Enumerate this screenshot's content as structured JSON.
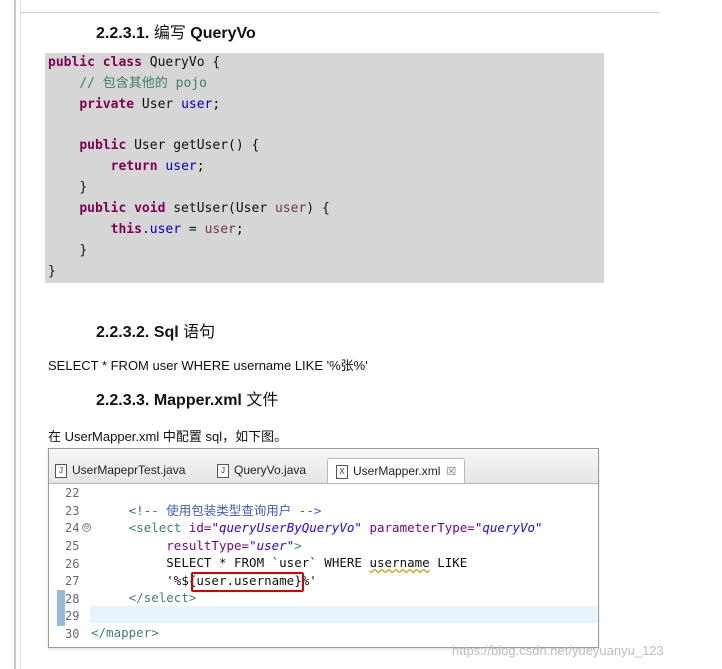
{
  "headings": {
    "h1": {
      "num": "2.2.3.1.",
      "cn": "编写",
      "en": "QueryVo"
    },
    "h2": {
      "num": "2.2.3.2.",
      "en": "Sql",
      "cn": "语句"
    },
    "h3": {
      "num": "2.2.3.3.",
      "en": "Mapper.xml",
      "cn": "文件"
    }
  },
  "java_code": {
    "l1": {
      "kw": "public class",
      "rest": " QueryVo {"
    },
    "l2": "// 包含其他的 pojo",
    "l3": {
      "kw": "private",
      "type": " User ",
      "field": "user",
      "end": ";"
    },
    "l5": {
      "kw": "public",
      "rest": " User getUser() {"
    },
    "l6": {
      "kw": "return",
      "field": "user",
      "end": ";"
    },
    "l7": "}",
    "l8": {
      "kw": "public void",
      "rest": " setUser(User ",
      "param": "user",
      "end": ") {"
    },
    "l9": {
      "kw": "this",
      "dot": ".",
      "field": "user",
      "eq": " = ",
      "param": "user",
      "end": ";"
    },
    "l10": "}",
    "l11": "}"
  },
  "sql_text": "SELECT * FROM user WHERE username LIKE '%张%'",
  "mapper_intro": "在 UserMapper.xml 中配置 sql，如下图。",
  "editor": {
    "tabs": [
      {
        "label": "UserMapeprTest.java",
        "icon": "J"
      },
      {
        "label": "QueryVo.java",
        "icon": "J"
      },
      {
        "label": "UserMapper.xml",
        "icon": "X",
        "close": "☒"
      }
    ],
    "line_numbers": [
      "22",
      "23",
      "24",
      "25",
      "26",
      "27",
      "28",
      "29",
      "30"
    ],
    "fold_marker": "⊖",
    "lines": {
      "l23": "<!-- 使用包装类型查询用户 -->",
      "l24": {
        "open": "<select",
        "a1": " id=",
        "v1": "\"queryUserByQueryVo\"",
        "a2": " parameterType=",
        "v2": "\"queryVo\""
      },
      "l25": {
        "a": "resultType=",
        "v": "\"user\"",
        "close": ">"
      },
      "l26": {
        "pre": "SELECT * FROM `user` WHERE ",
        "under": "username",
        "post": " LIKE"
      },
      "l27": {
        "pre": "'%$",
        "brace_open": "{",
        "boxed": "user.username",
        "brace_close": "}",
        "post": "%'"
      },
      "l28": "</select>",
      "l30": "</mapper>"
    }
  },
  "watermark": "https://blog.csdn.net/yueyuanyu_123"
}
